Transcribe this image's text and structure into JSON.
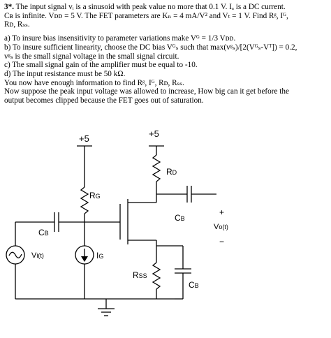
{
  "problem": {
    "number": "3*.",
    "intro_lines": [
      "The input signal vᵢ is a sinusoid with peak value no more that 0.1 V. Iₐ is a DC current.",
      "Cʙ is infinite. Vᴅᴅ = 5 V. The FET parameters are Kₙ = 4 mA/V² and Vₜ = 1 V.  Find Rᵍ, Iᴳ,",
      "Rᴅ, Rₛₛ."
    ],
    "items": [
      "a) To insure bias insensitivity to parameter variations make Vᴳ = 1/3 Vᴅᴅ.",
      "b) To insure sufficient linearity, choose the DC bias Vᴳₛ such that max(vᵍₛ)/[2(Vᴳₛ-Vᵀ])  = 0.2,",
      "vᵍₛ is the small signal voltage in the small signal circuit.",
      "c) The small signal gain of the amplifier must be equal to -10.",
      "d) The input resistance must be 50 kΩ.",
      "You now have enough information to find Rᵍ, Iᴳ, Rᴅ, Rₛₛ.",
      "Now suppose the peak input voltage was allowed to increase,  How big can it get before the",
      "output becomes clipped because the FET goes out of saturation."
    ]
  },
  "circuit": {
    "supply_left": "+5",
    "supply_right": "+5",
    "rg": "R",
    "rg_sub": "G",
    "rd": "R",
    "rd_sub": "D",
    "cb_in": "C",
    "cb_in_sub": "B",
    "cb_out": "C",
    "cb_out_sub": "B",
    "cb_src": "C",
    "cb_src_sub": "B",
    "rss": "R",
    "rss_sub": "SS",
    "ig": "I",
    "ig_sub": "G",
    "vi": "V",
    "vi_sub": "i(t)",
    "vo": "V",
    "vo_sub": "o(t)",
    "plus": "+",
    "minus": "−"
  }
}
